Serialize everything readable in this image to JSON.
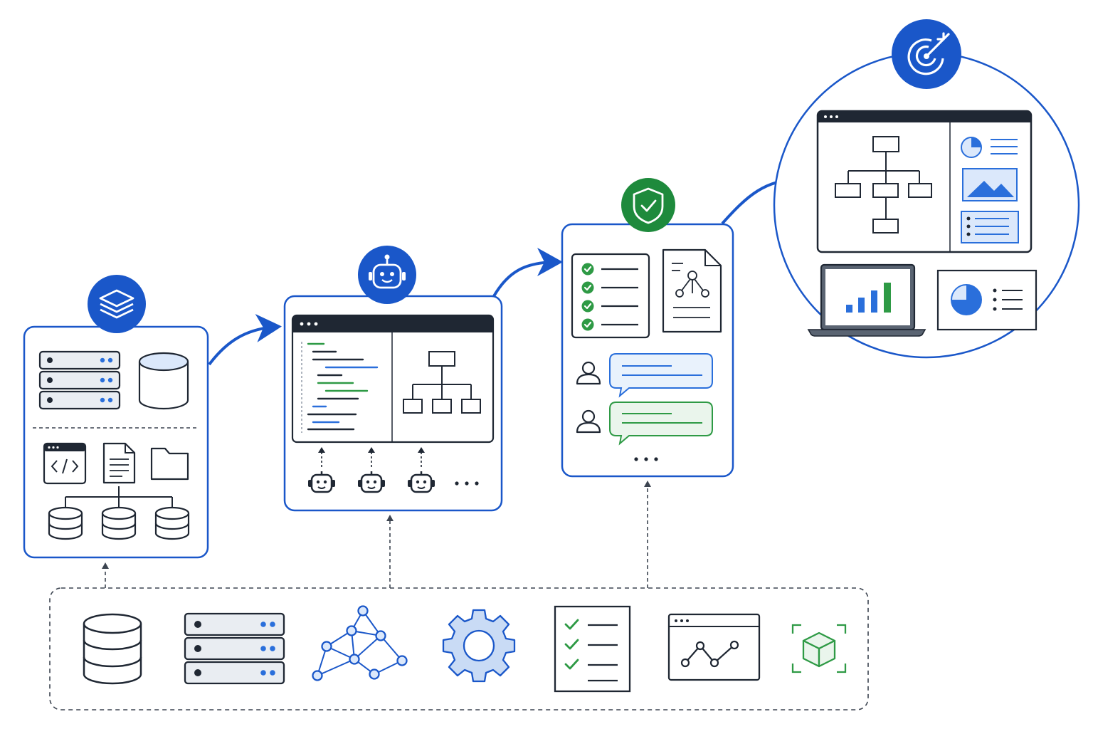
{
  "colors": {
    "primary": "#1a57c9",
    "primary_light": "#dbe8fb",
    "accent_blue": "#2a6fdb",
    "green": "#2e9a45",
    "green_dark": "#1e8a3c",
    "green_light": "#eaf5ec",
    "ink": "#1f2733",
    "gray_fill": "#e9edf2",
    "dash": "#3c4450"
  },
  "stages": [
    {
      "id": "data-foundation",
      "badge_icon": "layers-icon",
      "contents": [
        "server-rack-icon",
        "database-icon",
        "code-window-icon",
        "document-icon",
        "folder-icon",
        "database-icon",
        "database-icon",
        "database-icon"
      ]
    },
    {
      "id": "agent-development",
      "badge_icon": "robot-icon",
      "contents": [
        "code-editor-window",
        "hierarchy-icon",
        "agent-robot-icon",
        "agent-robot-icon",
        "agent-robot-icon",
        "more-ellipsis"
      ]
    },
    {
      "id": "governance-review",
      "badge_icon": "shield-check-icon",
      "contents": [
        "checklist-icon",
        "diagram-document-icon",
        "user-icon",
        "chat-bubble-icon",
        "user-icon",
        "chat-bubble-icon",
        "more-ellipsis"
      ]
    },
    {
      "id": "business-outcome",
      "badge_icon": "target-icon",
      "contents": [
        "dashboard-window",
        "laptop-chart-icon",
        "monitor-pie-chart-icon"
      ]
    }
  ],
  "foundation_icons": [
    "database-icon",
    "server-rack-icon",
    "network-graph-icon",
    "gear-icon",
    "checklist-icon",
    "line-chart-window-icon",
    "cube-scan-icon"
  ],
  "text": {}
}
